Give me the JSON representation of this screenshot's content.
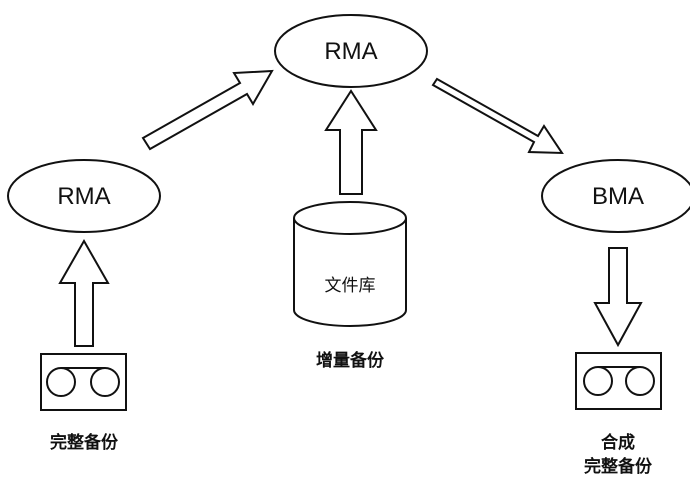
{
  "nodes": {
    "rma_top": "RMA",
    "rma_left": "RMA",
    "bma": "BMA",
    "file_library": "文件库"
  },
  "labels": {
    "full_backup_left": "完整备份",
    "incremental_backup": "增量备份",
    "synthesized_line1": "合成",
    "synthesized_line2": "完整备份"
  },
  "colors": {
    "stroke": "#111111",
    "fill": "#ffffff"
  }
}
